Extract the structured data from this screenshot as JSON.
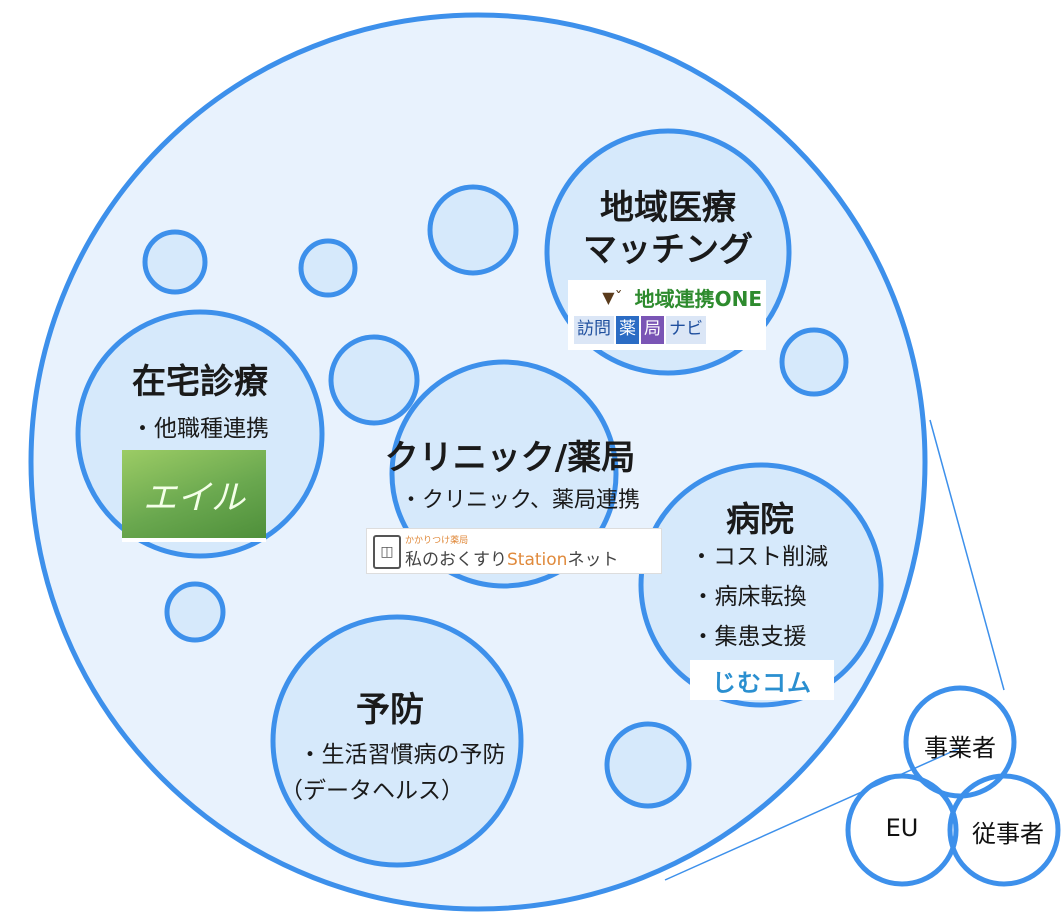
{
  "colors": {
    "outer_fill": "#e8f2fd",
    "bubble_fill": "#d6e9fb",
    "stroke": "#3d90eb",
    "connector": "#3d90eb"
  },
  "bubbles": {
    "chiiki": {
      "title_line1": "地域医療",
      "title_line2": "マッチング",
      "logo_line1": "地域連携ONE",
      "logo_line2": [
        "訪問",
        "薬",
        "局",
        "ナビ"
      ]
    },
    "zaitaku": {
      "title": "在宅診療",
      "subtitle": "・他職種連携",
      "logo_text": "エイル"
    },
    "clinic": {
      "title": "クリニック/薬局",
      "subtitle": "・クリニック、薬局連携",
      "logo_small": "かかりつけ薬局",
      "logo_main": "私のおくすり",
      "logo_station": "Station",
      "logo_suffix": "ネット"
    },
    "hospital": {
      "title": "病院",
      "items": [
        "・コスト削減",
        "・病床転換",
        "・集患支援"
      ],
      "logo_text": "じむコム"
    },
    "yobou": {
      "title": "予防",
      "line1": "・生活習慣病の予防",
      "line2": "（データヘルス）"
    }
  },
  "venn": {
    "top": "事業者",
    "left": "EU",
    "right": "従事者"
  }
}
